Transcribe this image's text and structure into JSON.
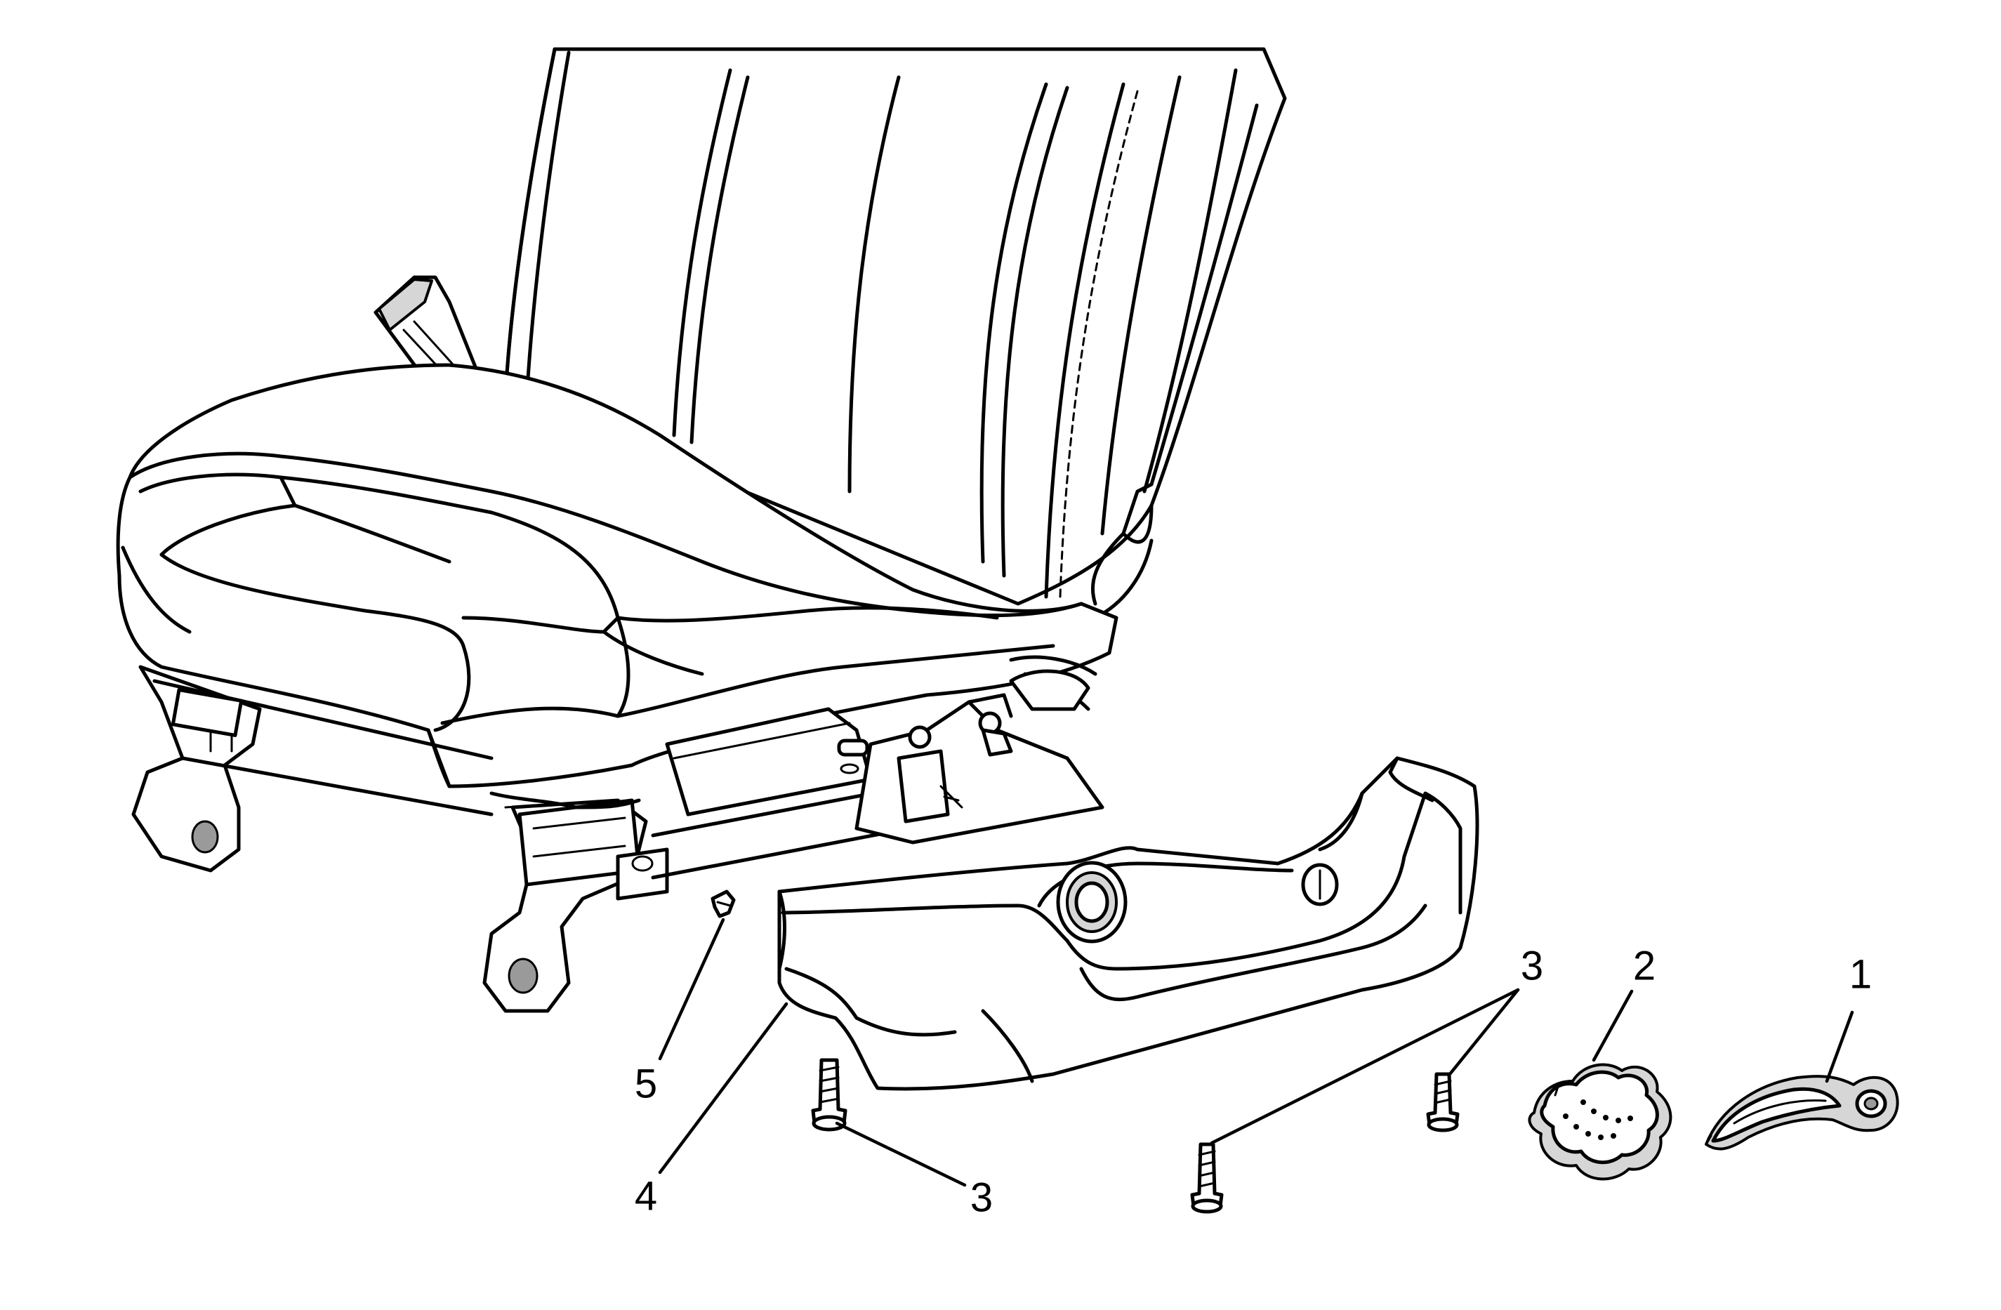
{
  "callouts": [
    {
      "id": "1",
      "text": "1"
    },
    {
      "id": "2",
      "text": "2"
    },
    {
      "id": "3a",
      "text": "3"
    },
    {
      "id": "3b",
      "text": "3"
    },
    {
      "id": "4",
      "text": "4"
    },
    {
      "id": "5",
      "text": "5"
    }
  ],
  "parts": {
    "seat_assembly": "seat-assembly",
    "handle": "recline-handle",
    "knob": "lumbar-knob",
    "screw": "screw",
    "trim_panel": "seat-side-trim-panel",
    "clip": "retainer-clip"
  }
}
